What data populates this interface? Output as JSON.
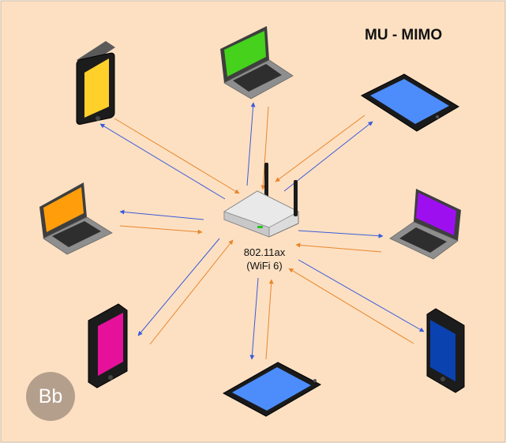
{
  "title": "MU - MIMO",
  "router": {
    "line1": "802.11ax",
    "line2": "(WiFi 6)"
  },
  "badge": "Bb",
  "colors": {
    "background": "#fde0c2",
    "downlink_arrow": "#3a5bd9",
    "uplink_arrow": "#e8862b",
    "screen_yellow": "#ffd02a",
    "screen_green": "#45d11c",
    "screen_blue": "#4d8dfb",
    "screen_orange": "#ff9e0a",
    "screen_purple": "#9e0ff0",
    "screen_magenta": "#e6119a",
    "screen_darkblue": "#0a42b0"
  },
  "devices": [
    {
      "name": "phone-top-left",
      "kind": "phone",
      "screen": "yellow"
    },
    {
      "name": "laptop-top",
      "kind": "laptop",
      "screen": "green"
    },
    {
      "name": "tablet-top-right",
      "kind": "tablet",
      "screen": "blue"
    },
    {
      "name": "laptop-left",
      "kind": "laptop",
      "screen": "orange"
    },
    {
      "name": "laptop-right",
      "kind": "laptop",
      "screen": "purple"
    },
    {
      "name": "phone-bottom-left",
      "kind": "phone",
      "screen": "magenta"
    },
    {
      "name": "tablet-bottom",
      "kind": "tablet",
      "screen": "blue"
    },
    {
      "name": "phone-bottom-right",
      "kind": "phone",
      "screen": "darkblue"
    }
  ]
}
